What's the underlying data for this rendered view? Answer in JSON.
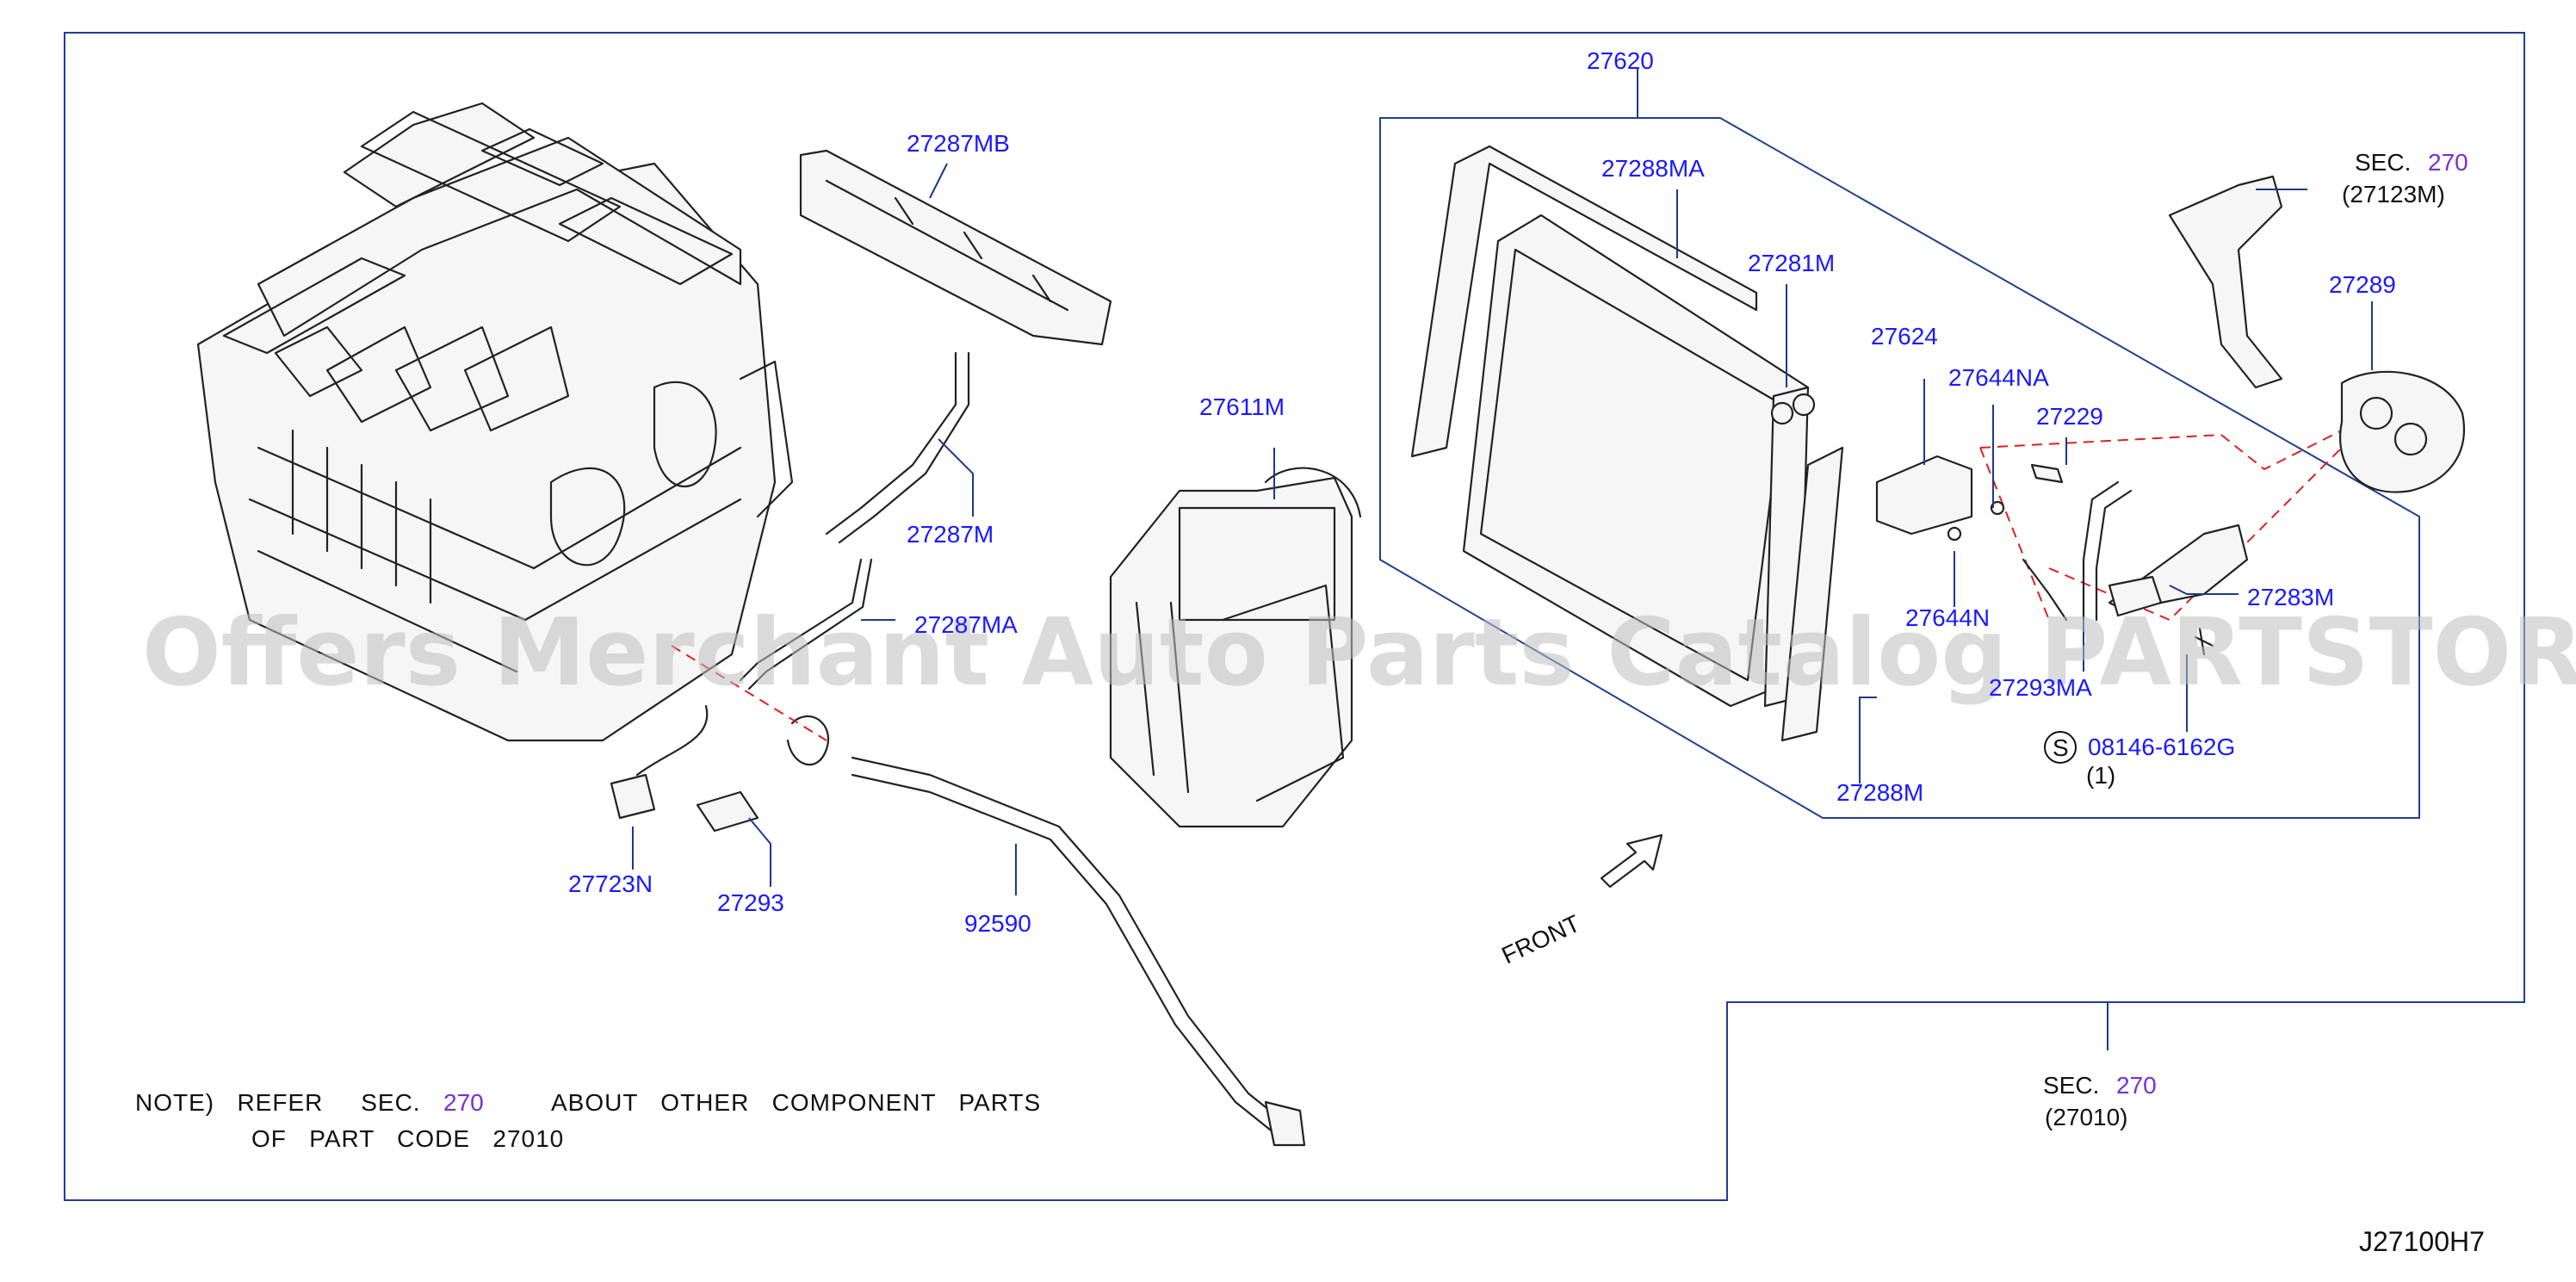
{
  "diagram": {
    "code": "J27100H7",
    "front_label": "FRONT",
    "watermark": "Offers Merchant Auto Parts Catalog PARTSTORE.SA",
    "note": {
      "line1_prefix": "NOTE)   REFER     SEC.",
      "line1_sec": "270",
      "line1_suffix": "ABOUT   OTHER   COMPONENT   PARTS",
      "line2": "OF   PART   CODE   27010"
    },
    "sec_refs": [
      {
        "prefix": "SEC.",
        "num": "270",
        "sub": "(27123M)"
      },
      {
        "prefix": "SEC.",
        "num": "270",
        "sub": "(27010)"
      }
    ],
    "bolt": {
      "symbol": "S",
      "part": "08146-6162G",
      "qty": "(1)"
    },
    "parts": {
      "p27620": "27620",
      "p27287MB": "27287MB",
      "p27288MA": "27288MA",
      "p27281M": "27281M",
      "p27289": "27289",
      "p27624": "27624",
      "p27644NA": "27644NA",
      "p27229": "27229",
      "p27611M": "27611M",
      "p27287M": "27287M",
      "p27287MA": "27287MA",
      "p27644N": "27644N",
      "p27283M": "27283M",
      "p27293MA": "27293MA",
      "p27288M": "27288M",
      "p27723N": "27723N",
      "p27293": "27293",
      "p92590": "92590"
    }
  }
}
